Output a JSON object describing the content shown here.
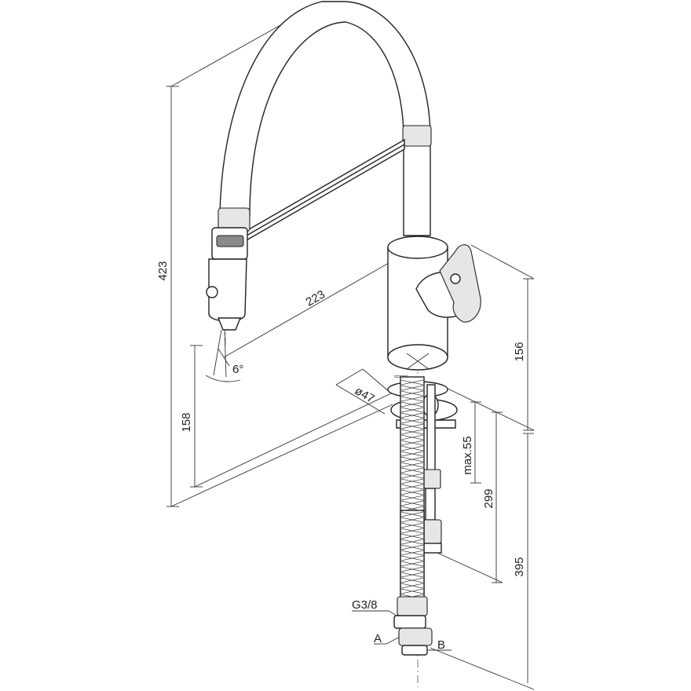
{
  "dimensions": {
    "height_total": "423",
    "reach": "223",
    "spout_angle": "6°",
    "spout_height": "158",
    "base_diameter": "ø47",
    "handle_height": "156",
    "max_thickness": "max.55",
    "shank_length": "299",
    "hose_length": "395"
  },
  "connectors": {
    "thread": "G3/8",
    "label_a": "A",
    "label_b": "B"
  }
}
